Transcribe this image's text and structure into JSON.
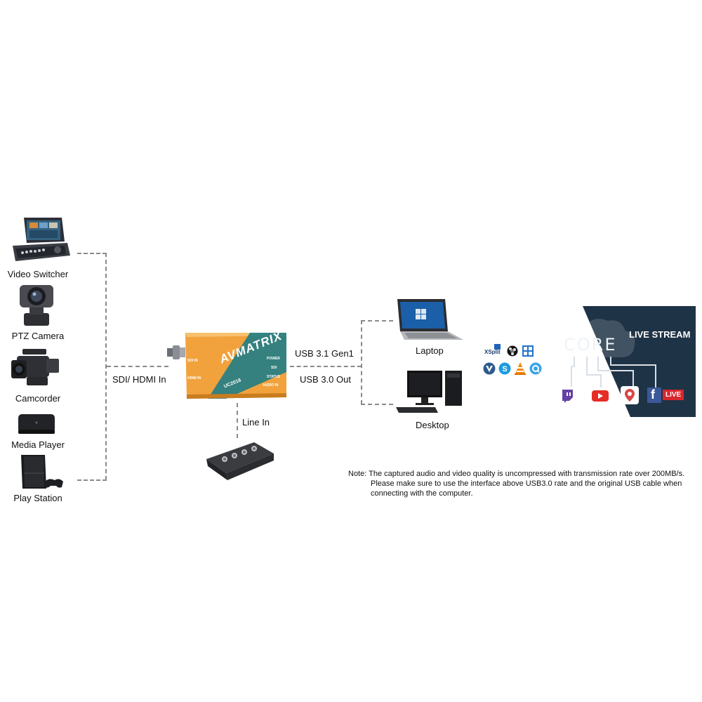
{
  "sources": [
    {
      "label": "Video Switcher",
      "icon": "video-switcher-icon"
    },
    {
      "label": "PTZ Camera",
      "icon": "ptz-camera-icon"
    },
    {
      "label": "Camcorder",
      "icon": "camcorder-icon"
    },
    {
      "label": "Media Player",
      "icon": "media-player-icon"
    },
    {
      "label": "Play Station",
      "icon": "play-station-icon"
    }
  ],
  "connections": {
    "input": "SDI/ HDMI In",
    "line_in": "Line In",
    "usb_gen": "USB 3.1 Gen1",
    "usb_out": "USB 3.0 Out"
  },
  "device": {
    "brand": "AVMATRIX",
    "model": "UC2018",
    "port_sdi": "SDI IN",
    "port_hdmi": "HDMI IN",
    "led_power": "POWER",
    "led_sdi": "SDI",
    "led_status": "STATUS",
    "led_audio": "AUDIO IN",
    "body_color": "#f2a23c",
    "accent_color": "#1f7d86"
  },
  "computers": [
    {
      "label": "Laptop",
      "icon": "laptop-icon"
    },
    {
      "label": "Desktop",
      "icon": "desktop-icon"
    }
  ],
  "software_icons": [
    "xsplit-icon",
    "obs-icon",
    "windows-media-icon",
    "vmix-icon",
    "skype-icon",
    "vlc-icon",
    "quicktime-icon"
  ],
  "software_text": {
    "xsplit": "XSplit"
  },
  "stream": {
    "title": "LIVE STREAM",
    "cloud_text": "CORE",
    "platforms": [
      "twitch-icon",
      "youtube-icon",
      "periscope-icon",
      "facebook-live-icon"
    ],
    "facebook_letter": "f",
    "live_badge": "LIVE",
    "panel_color": "#1f3346"
  },
  "note": {
    "line1": "Note: The captured audio and video quality is uncompressed with transmission rate over 200MB/s.",
    "line2": "Please make sure to use the interface above USB3.0 rate and the original USB cable when",
    "line3": "connecting with the computer."
  }
}
